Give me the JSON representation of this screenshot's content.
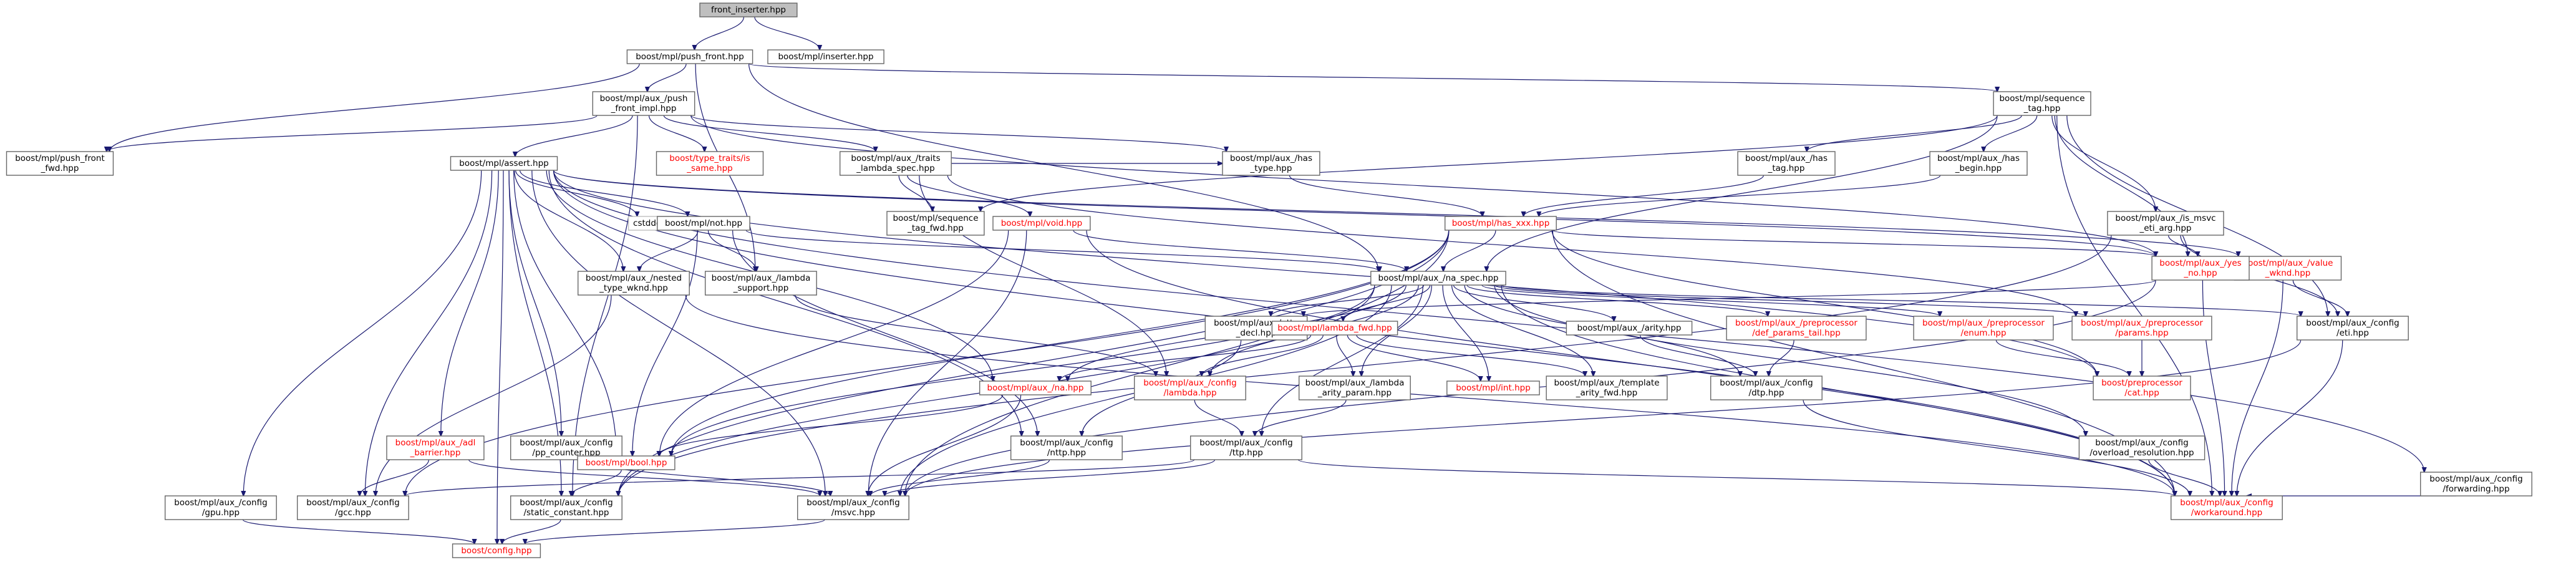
{
  "diagram": {
    "type": "include-dependency-graph",
    "colors": {
      "edge": "#191970",
      "root_fill": "#bfbfbf",
      "node_border": "#666666",
      "red_text": "#ff0000",
      "label_text": "#000000"
    },
    "nodes": [
      {
        "id": "front_inserter",
        "lines": [
          "front_inserter.hpp"
        ],
        "style": "root"
      },
      {
        "id": "push_front",
        "lines": [
          "boost/mpl/push_front.hpp"
        ]
      },
      {
        "id": "inserter",
        "lines": [
          "boost/mpl/inserter.hpp"
        ]
      },
      {
        "id": "push_front_impl",
        "lines": [
          "boost/mpl/aux_/push",
          "_front_impl.hpp"
        ]
      },
      {
        "id": "sequence_tag",
        "lines": [
          "boost/mpl/sequence",
          "_tag.hpp"
        ]
      },
      {
        "id": "push_front_fwd",
        "lines": [
          "boost/mpl/push_front",
          "_fwd.hpp"
        ]
      },
      {
        "id": "assert",
        "lines": [
          "boost/mpl/assert.hpp"
        ]
      },
      {
        "id": "is_same",
        "lines": [
          "boost/type_traits/is",
          "_same.hpp"
        ],
        "red": true
      },
      {
        "id": "traits_lambda_spec",
        "lines": [
          "boost/mpl/aux_/traits",
          "_lambda_spec.hpp"
        ]
      },
      {
        "id": "has_type",
        "lines": [
          "boost/mpl/aux_/has",
          "_type.hpp"
        ]
      },
      {
        "id": "has_tag",
        "lines": [
          "boost/mpl/aux_/has",
          "_tag.hpp"
        ]
      },
      {
        "id": "has_begin",
        "lines": [
          "boost/mpl/aux_/has",
          "_begin.hpp"
        ]
      },
      {
        "id": "is_msvc_eti_arg",
        "lines": [
          "boost/mpl/aux_/is_msvc",
          "_eti_arg.hpp"
        ]
      },
      {
        "id": "forwarding",
        "lines": [
          "boost/mpl/aux_/config",
          "/forwarding.hpp"
        ]
      },
      {
        "id": "cstddef",
        "lines": [
          "cstddef"
        ],
        "style": "plain"
      },
      {
        "id": "not",
        "lines": [
          "boost/mpl/not.hpp"
        ]
      },
      {
        "id": "sequence_tag_fwd",
        "lines": [
          "boost/mpl/sequence",
          "_tag_fwd.hpp"
        ]
      },
      {
        "id": "void",
        "lines": [
          "boost/mpl/void.hpp"
        ],
        "red": true
      },
      {
        "id": "has_xxx",
        "lines": [
          "boost/mpl/has_xxx.hpp"
        ],
        "red": true
      },
      {
        "id": "value_wknd",
        "lines": [
          "boost/mpl/aux_/value",
          "_wknd.hpp"
        ],
        "red": true
      },
      {
        "id": "yes_no",
        "lines": [
          "boost/mpl/aux_/yes",
          "_no.hpp"
        ],
        "red": true
      },
      {
        "id": "nested_type_wknd",
        "lines": [
          "boost/mpl/aux_/nested",
          "_type_wknd.hpp"
        ]
      },
      {
        "id": "lambda_support",
        "lines": [
          "boost/mpl/aux_/lambda",
          "_support.hpp"
        ]
      },
      {
        "id": "na_spec",
        "lines": [
          "boost/mpl/aux_/na_spec.hpp"
        ]
      },
      {
        "id": "nttp_decl",
        "lines": [
          "boost/mpl/aux_/nttp",
          "_decl.hpp"
        ]
      },
      {
        "id": "lambda_fwd",
        "lines": [
          "boost/mpl/lambda_fwd.hpp"
        ],
        "red": true
      },
      {
        "id": "arity",
        "lines": [
          "boost/mpl/aux_/arity.hpp"
        ]
      },
      {
        "id": "def_params_tail",
        "lines": [
          "boost/mpl/aux_/preprocessor",
          "/def_params_tail.hpp"
        ],
        "red": true
      },
      {
        "id": "pp_enum",
        "lines": [
          "boost/mpl/aux_/preprocessor",
          "/enum.hpp"
        ],
        "red": true
      },
      {
        "id": "pp_params",
        "lines": [
          "boost/mpl/aux_/preprocessor",
          "/params.hpp"
        ],
        "red": true
      },
      {
        "id": "eti",
        "lines": [
          "boost/mpl/aux_/config",
          "/eti.hpp"
        ]
      },
      {
        "id": "na",
        "lines": [
          "boost/mpl/aux_/na.hpp"
        ],
        "red": true
      },
      {
        "id": "config_lambda",
        "lines": [
          "boost/mpl/aux_/config",
          "/lambda.hpp"
        ],
        "red": true
      },
      {
        "id": "lambda_arity_param",
        "lines": [
          "boost/mpl/aux_/lambda",
          "_arity_param.hpp"
        ]
      },
      {
        "id": "mpl_int",
        "lines": [
          "boost/mpl/int.hpp"
        ],
        "red": true
      },
      {
        "id": "template_arity_fwd",
        "lines": [
          "boost/mpl/aux_/template",
          "_arity_fwd.hpp"
        ]
      },
      {
        "id": "dtp",
        "lines": [
          "boost/mpl/aux_/config",
          "/dtp.hpp"
        ]
      },
      {
        "id": "pp_cat",
        "lines": [
          "boost/preprocessor",
          "/cat.hpp"
        ],
        "red": true
      },
      {
        "id": "adl_barrier",
        "lines": [
          "boost/mpl/aux_/adl",
          "_barrier.hpp"
        ],
        "red": true
      },
      {
        "id": "pp_counter",
        "lines": [
          "boost/mpl/aux_/config",
          "/pp_counter.hpp"
        ]
      },
      {
        "id": "bool",
        "lines": [
          "boost/mpl/bool.hpp"
        ],
        "red": true
      },
      {
        "id": "config_nttp",
        "lines": [
          "boost/mpl/aux_/config",
          "/nttp.hpp"
        ]
      },
      {
        "id": "ttp",
        "lines": [
          "boost/mpl/aux_/config",
          "/ttp.hpp"
        ]
      },
      {
        "id": "overload_resolution",
        "lines": [
          "boost/mpl/aux_/config",
          "/overload_resolution.hpp"
        ]
      },
      {
        "id": "gpu",
        "lines": [
          "boost/mpl/aux_/config",
          "/gpu.hpp"
        ]
      },
      {
        "id": "gcc",
        "lines": [
          "boost/mpl/aux_/config",
          "/gcc.hpp"
        ]
      },
      {
        "id": "static_constant",
        "lines": [
          "boost/mpl/aux_/config",
          "/static_constant.hpp"
        ]
      },
      {
        "id": "msvc",
        "lines": [
          "boost/mpl/aux_/config",
          "/msvc.hpp"
        ]
      },
      {
        "id": "workaround",
        "lines": [
          "boost/mpl/aux_/config",
          "/workaround.hpp"
        ],
        "red": true
      },
      {
        "id": "boost_config",
        "lines": [
          "boost/config.hpp"
        ],
        "red": true
      }
    ],
    "edges": [
      [
        "front_inserter",
        "push_front"
      ],
      [
        "front_inserter",
        "inserter"
      ],
      [
        "push_front",
        "push_front_fwd"
      ],
      [
        "push_front",
        "push_front_impl"
      ],
      [
        "push_front",
        "sequence_tag"
      ],
      [
        "push_front",
        "lambda_support"
      ],
      [
        "push_front",
        "na_spec"
      ],
      [
        "push_front_impl",
        "push_front_fwd"
      ],
      [
        "push_front_impl",
        "assert"
      ],
      [
        "push_front_impl",
        "is_same"
      ],
      [
        "push_front_impl",
        "traits_lambda_spec"
      ],
      [
        "push_front_impl",
        "has_type"
      ],
      [
        "push_front_impl",
        "static_constant"
      ],
      [
        "push_front_impl",
        "yes_no"
      ],
      [
        "sequence_tag",
        "sequence_tag_fwd"
      ],
      [
        "sequence_tag",
        "has_tag"
      ],
      [
        "sequence_tag",
        "has_begin"
      ],
      [
        "sequence_tag",
        "is_msvc_eti_arg"
      ],
      [
        "sequence_tag",
        "eti"
      ],
      [
        "sequence_tag",
        "yes_no"
      ],
      [
        "sequence_tag",
        "na_spec"
      ],
      [
        "sequence_tag",
        "workaround"
      ],
      [
        "assert",
        "cstddef"
      ],
      [
        "assert",
        "not"
      ],
      [
        "assert",
        "nested_type_wknd"
      ],
      [
        "assert",
        "yes_no"
      ],
      [
        "assert",
        "na"
      ],
      [
        "assert",
        "adl_barrier"
      ],
      [
        "assert",
        "config_nttp"
      ],
      [
        "assert",
        "gcc"
      ],
      [
        "assert",
        "gpu"
      ],
      [
        "assert",
        "msvc"
      ],
      [
        "assert",
        "static_constant"
      ],
      [
        "assert",
        "pp_counter"
      ],
      [
        "assert",
        "workaround"
      ],
      [
        "assert",
        "boost_config"
      ],
      [
        "assert",
        "pp_cat"
      ],
      [
        "assert",
        "value_wknd"
      ],
      [
        "assert",
        "forwarding"
      ],
      [
        "assert",
        "bool"
      ],
      [
        "traits_lambda_spec",
        "sequence_tag_fwd"
      ],
      [
        "traits_lambda_spec",
        "void"
      ],
      [
        "traits_lambda_spec",
        "has_type"
      ],
      [
        "traits_lambda_spec",
        "config_lambda"
      ],
      [
        "traits_lambda_spec",
        "pp_params"
      ],
      [
        "has_type",
        "has_xxx"
      ],
      [
        "has_tag",
        "has_xxx"
      ],
      [
        "has_begin",
        "has_xxx"
      ],
      [
        "is_msvc_eti_arg",
        "yes_no"
      ],
      [
        "is_msvc_eti_arg",
        "eti"
      ],
      [
        "is_msvc_eti_arg",
        "static_constant"
      ],
      [
        "not",
        "bool"
      ],
      [
        "not",
        "nested_type_wknd"
      ],
      [
        "not",
        "lambda_support"
      ],
      [
        "not",
        "na_spec"
      ],
      [
        "not",
        "config_nttp"
      ],
      [
        "void",
        "na_spec"
      ],
      [
        "void",
        "bool"
      ],
      [
        "void",
        "msvc"
      ],
      [
        "void",
        "workaround"
      ],
      [
        "has_xxx",
        "na_spec"
      ],
      [
        "has_xxx",
        "yes_no"
      ],
      [
        "has_xxx",
        "bool"
      ],
      [
        "has_xxx",
        "msvc"
      ],
      [
        "has_xxx",
        "gcc"
      ],
      [
        "has_xxx",
        "static_constant"
      ],
      [
        "has_xxx",
        "workaround"
      ],
      [
        "has_xxx",
        "pp_cat"
      ],
      [
        "value_wknd",
        "eti"
      ],
      [
        "value_wknd",
        "workaround"
      ],
      [
        "yes_no",
        "nttp_decl"
      ],
      [
        "yes_no",
        "workaround"
      ],
      [
        "yes_no",
        "msvc"
      ],
      [
        "nested_type_wknd",
        "gcc"
      ],
      [
        "nested_type_wknd",
        "workaround"
      ],
      [
        "lambda_support",
        "config_lambda"
      ],
      [
        "na_spec",
        "lambda_fwd"
      ],
      [
        "na_spec",
        "na"
      ],
      [
        "na_spec",
        "arity"
      ],
      [
        "na_spec",
        "nttp_decl"
      ],
      [
        "na_spec",
        "def_params_tail"
      ],
      [
        "na_spec",
        "pp_enum"
      ],
      [
        "na_spec",
        "lambda_arity_param"
      ],
      [
        "na_spec",
        "template_arity_fwd"
      ],
      [
        "na_spec",
        "mpl_int"
      ],
      [
        "na_spec",
        "dtp"
      ],
      [
        "na_spec",
        "eti"
      ],
      [
        "na_spec",
        "ttp"
      ],
      [
        "na_spec",
        "config_lambda"
      ],
      [
        "na_spec",
        "overload_resolution"
      ],
      [
        "na_spec",
        "pp_params"
      ],
      [
        "na_spec",
        "bool"
      ],
      [
        "na_spec",
        "msvc"
      ],
      [
        "na_spec",
        "static_constant"
      ],
      [
        "na_spec",
        "workaround"
      ],
      [
        "nttp_decl",
        "config_nttp"
      ],
      [
        "lambda_fwd",
        "na"
      ],
      [
        "lambda_fwd",
        "config_lambda"
      ],
      [
        "lambda_fwd",
        "lambda_arity_param"
      ],
      [
        "lambda_fwd",
        "mpl_int"
      ],
      [
        "lambda_fwd",
        "template_arity_fwd"
      ],
      [
        "arity",
        "dtp"
      ],
      [
        "def_params_tail",
        "dtp"
      ],
      [
        "pp_enum",
        "pp_cat"
      ],
      [
        "pp_params",
        "pp_cat"
      ],
      [
        "eti",
        "msvc"
      ],
      [
        "eti",
        "workaround"
      ],
      [
        "na",
        "bool"
      ],
      [
        "na",
        "msvc"
      ],
      [
        "config_lambda",
        "ttp"
      ],
      [
        "lambda_arity_param",
        "ttp"
      ],
      [
        "dtp",
        "workaround"
      ],
      [
        "adl_barrier",
        "gcc"
      ],
      [
        "adl_barrier",
        "msvc"
      ],
      [
        "pp_counter",
        "msvc"
      ],
      [
        "bool",
        "static_constant"
      ],
      [
        "config_nttp",
        "msvc"
      ],
      [
        "ttp",
        "gcc"
      ],
      [
        "ttp",
        "msvc"
      ],
      [
        "ttp",
        "workaround"
      ],
      [
        "overload_resolution",
        "workaround"
      ],
      [
        "gpu",
        "boost_config"
      ],
      [
        "static_constant",
        "boost_config"
      ],
      [
        "msvc",
        "boost_config"
      ],
      [
        "forwarding",
        "workaround"
      ]
    ]
  }
}
